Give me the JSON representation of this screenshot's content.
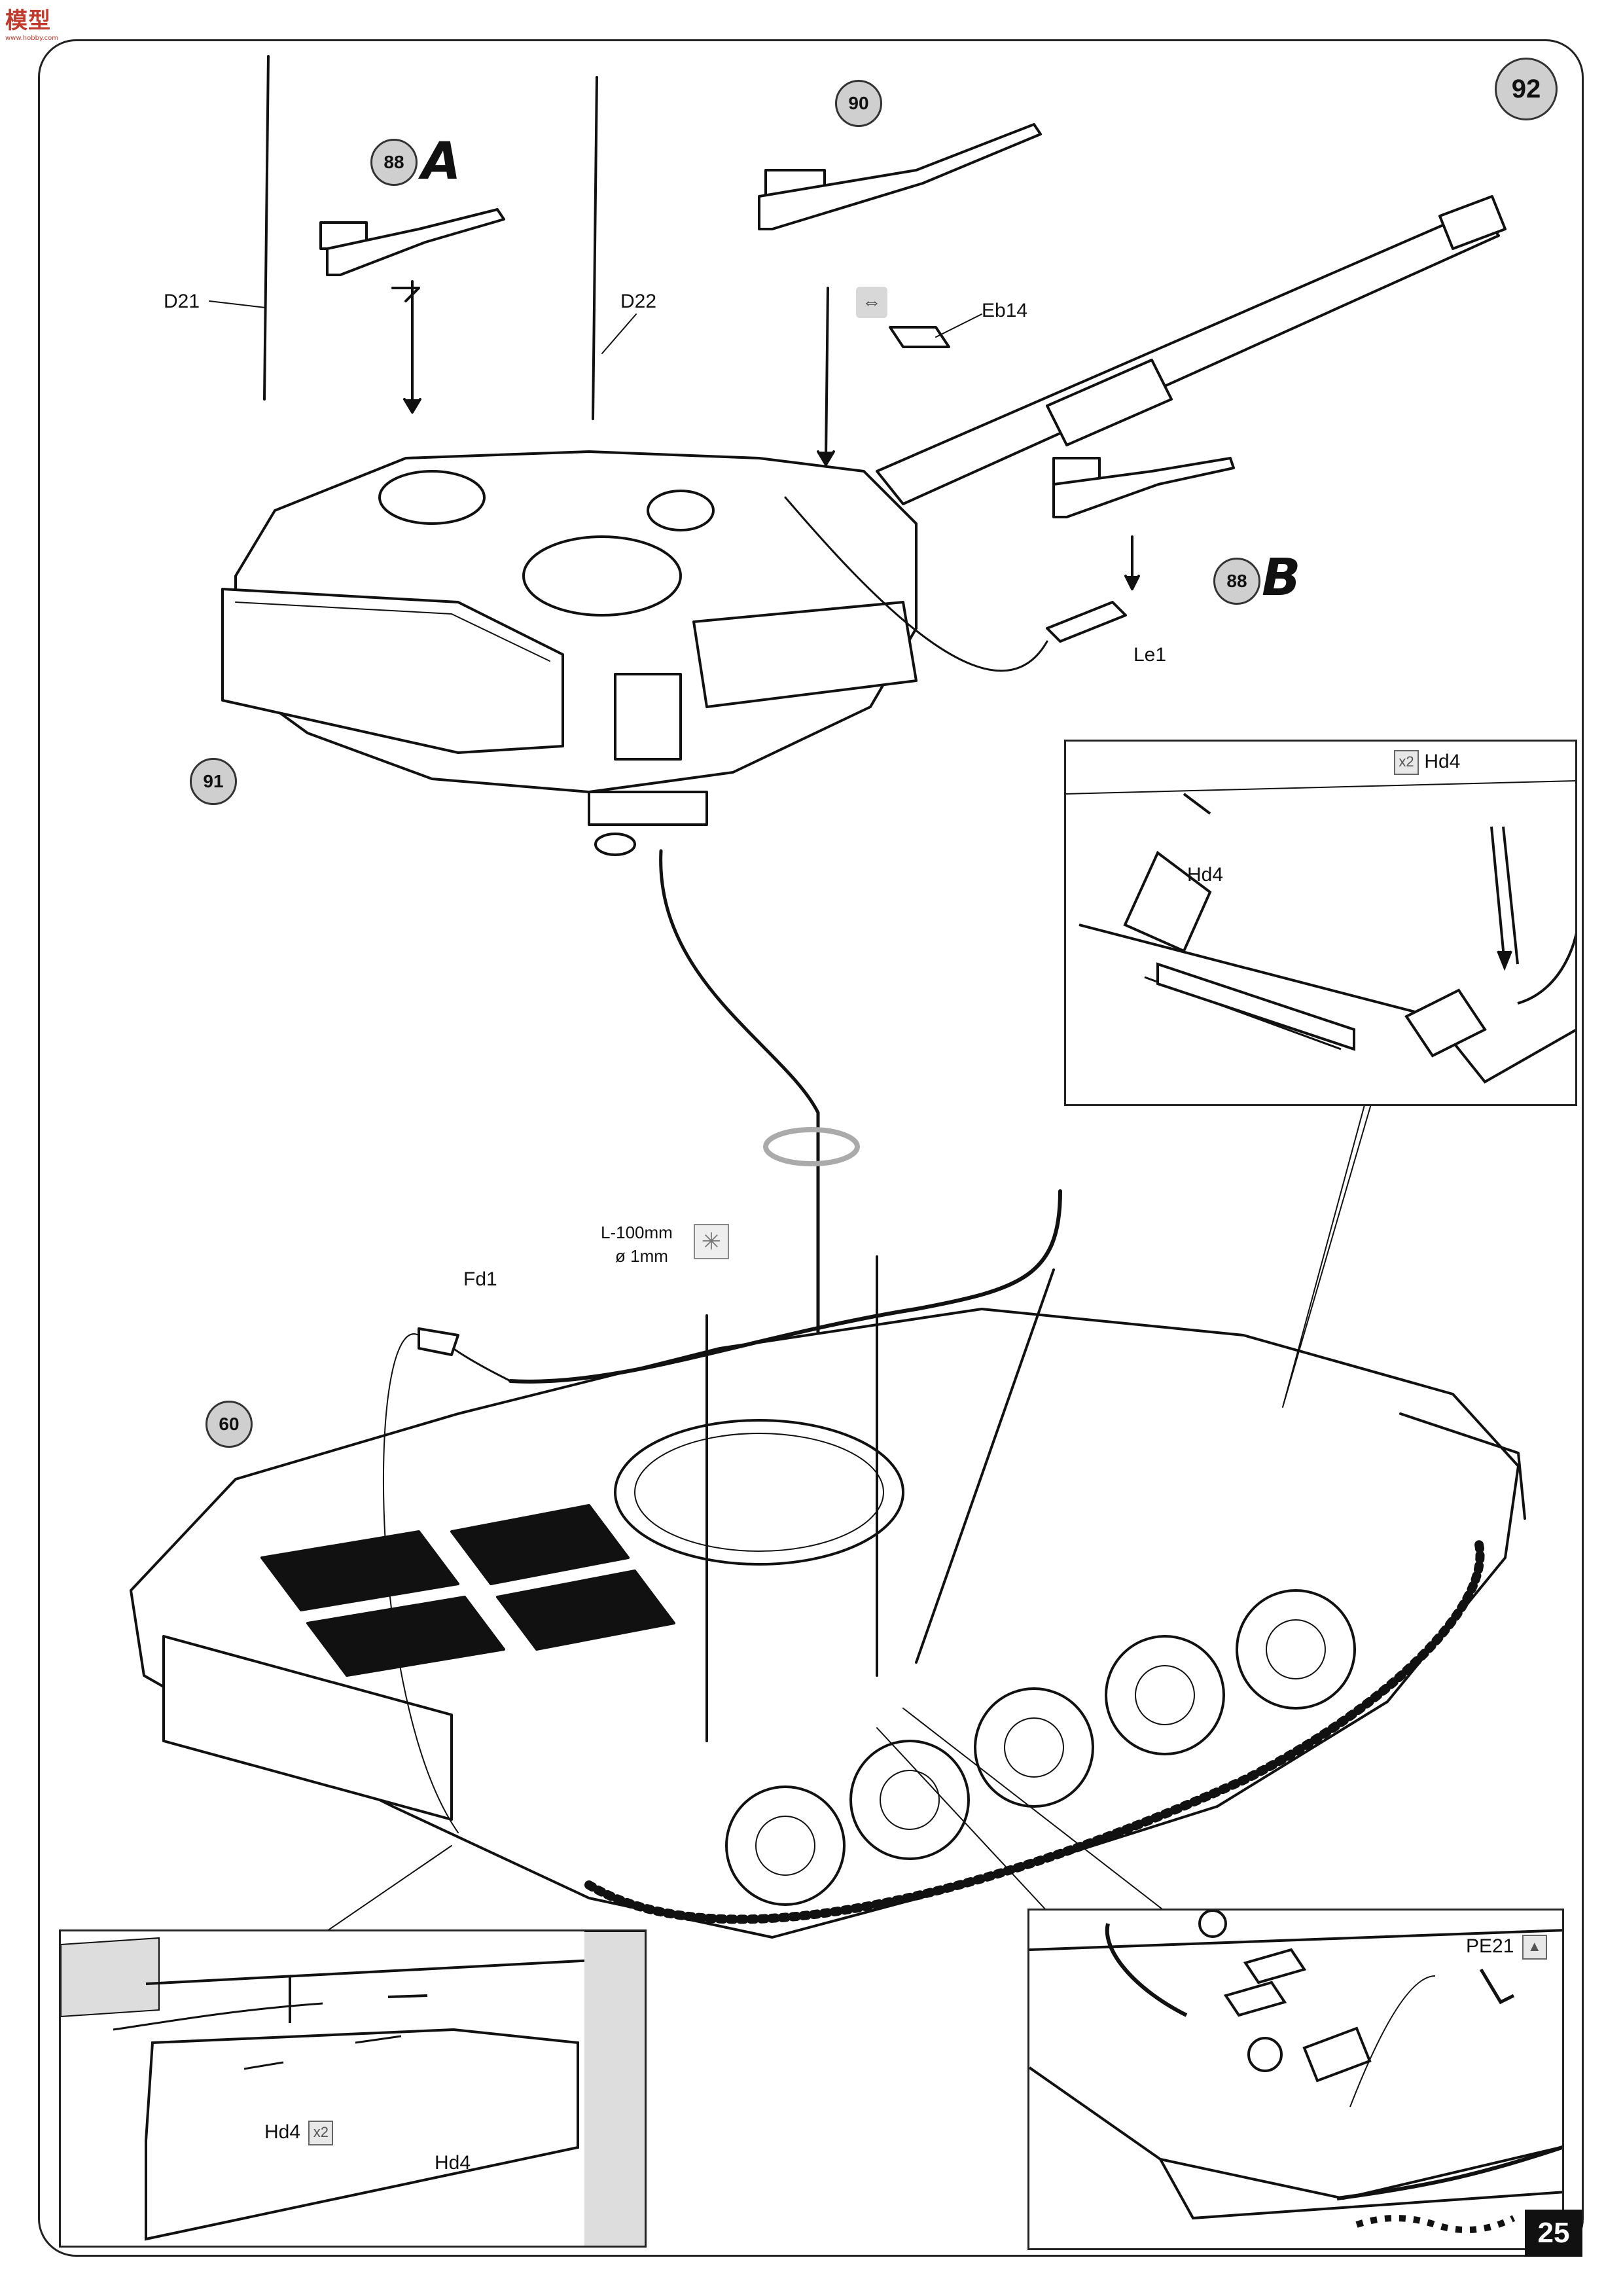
{
  "logo": {
    "text": "模型",
    "sub": "www.hobby.com"
  },
  "step_number": "92",
  "page_number": "25",
  "bubbles": {
    "mg_a": "88",
    "mg_90": "90",
    "mg_b": "88",
    "basket": "91",
    "hull": "60"
  },
  "letters": {
    "a": "A",
    "b": "B"
  },
  "labels": {
    "d21": "D21",
    "d22": "D22",
    "eb14": "Eb14",
    "le1": "Le1",
    "fd1": "Fd1",
    "wire_length": "L-100mm",
    "wire_diameter": "ø 1mm",
    "hd4_top_left": "Hd4",
    "hd4_top_right": "Hd4",
    "hd4_bottom_left": "Hd4",
    "hd4_bottom_right": "Hd4",
    "pe21": "PE21"
  },
  "multipliers": {
    "x2": "x2"
  },
  "icons": [
    "rotate-icon",
    "wire-icon",
    "photo-etch-icon",
    "assembly-symbol-icon"
  ]
}
